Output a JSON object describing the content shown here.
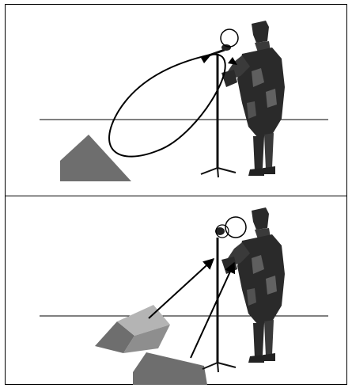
{
  "figure": {
    "panels": [
      {
        "name": "top-panel",
        "wedges": [
          "floor-monitor-wedge"
        ],
        "arrows": [
          "feedback-loop-arrow"
        ]
      },
      {
        "name": "bottom-panel",
        "wedges": [
          "floor-monitor-wedge-left",
          "floor-monitor-wedge-front"
        ],
        "arrows": [
          "monitor-to-mic-arrow-left",
          "monitor-to-mic-arrow-front"
        ]
      }
    ],
    "colors": {
      "frame": "#000000",
      "wedge_dark": "#6e6e6e",
      "wedge_light": "#b4b4b4",
      "figure_ink": "#2a2a2a",
      "background": "#ffffff"
    }
  }
}
